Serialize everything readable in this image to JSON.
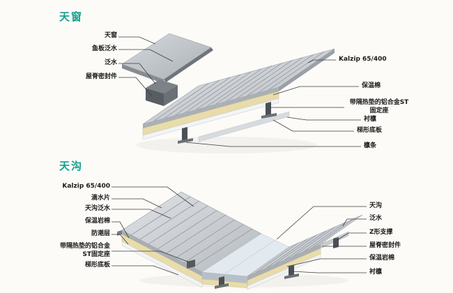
{
  "page": {
    "background": "#fcfbf8",
    "accent_color": "#13a08f",
    "metal_color": "#c9cdd1",
    "insulation_color": "#e8dcab"
  },
  "skylight_section": {
    "title": "天窗",
    "left_labels": [
      "天窗",
      "鱼板泛水",
      "泛水",
      "屋脊密封件"
    ],
    "right_labels": [
      "Kalzip 65/400",
      "保温棉",
      "带隔热垫的铝合金ST固定座",
      "衬檩",
      "梯形底板",
      "檩条"
    ]
  },
  "gutter_section": {
    "title": "天沟",
    "left_labels": [
      "Kalzip 65/400",
      "滴水片",
      "天沟泛水",
      "保温岩棉",
      "防潮层",
      "带隔热垫的铝合金ST固定座",
      "梯形底板"
    ],
    "right_labels": [
      "天沟",
      "泛水",
      "Z形支撑",
      "屋脊密封件",
      "保温岩棉",
      "衬檩"
    ]
  }
}
